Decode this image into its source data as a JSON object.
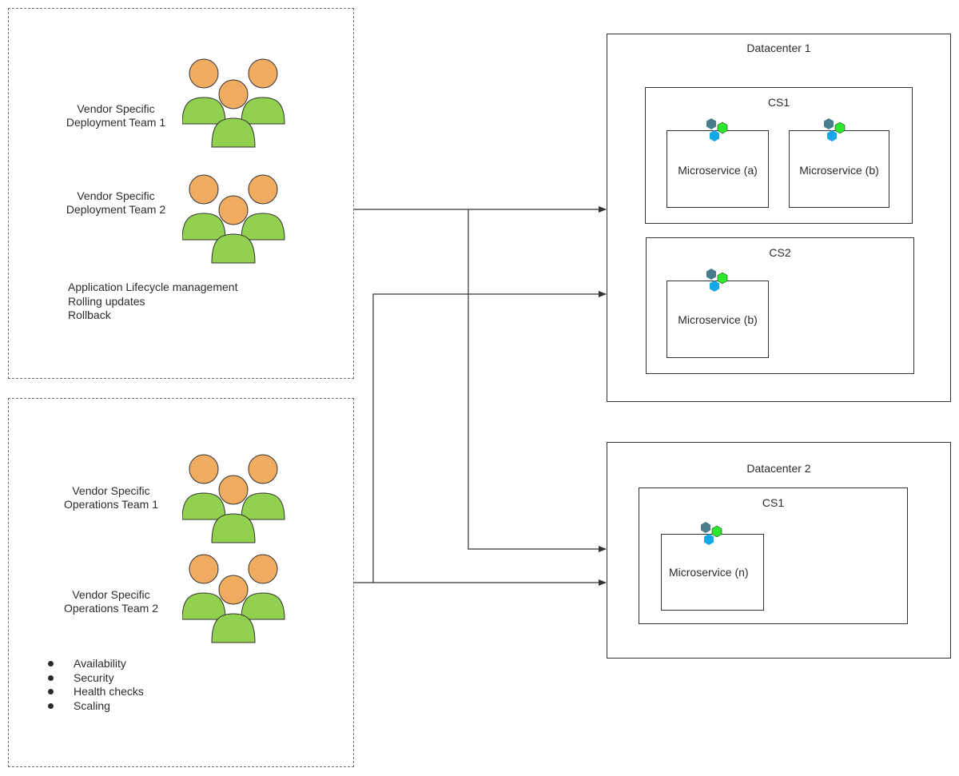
{
  "panels": {
    "deployment": {
      "team1": [
        "Vendor Specific",
        "Deployment Team 1"
      ],
      "team2": [
        "Vendor Specific",
        "Deployment Team 2"
      ],
      "tasks": [
        "Application Lifecycle management",
        "Rolling updates",
        "Rollback"
      ]
    },
    "operations": {
      "team1": [
        "Vendor Specific",
        "Operations Team 1"
      ],
      "team2": [
        "Vendor Specific",
        "Operations Team 2"
      ],
      "tasks": [
        "Availability",
        "Security",
        "Health checks",
        "Scaling"
      ]
    }
  },
  "datacenters": [
    {
      "title": "Datacenter 1",
      "clusters": [
        {
          "title": "CS1",
          "services": [
            "Microservice (a)",
            "Microservice (b)"
          ]
        },
        {
          "title": "CS2",
          "services": [
            "Microservice (b)"
          ]
        }
      ]
    },
    {
      "title": "Datacenter 2",
      "clusters": [
        {
          "title": "CS1",
          "services": [
            "Microservice (n)"
          ]
        }
      ]
    }
  ],
  "colors": {
    "person_body": "#92d050",
    "person_head": "#f0ad62",
    "hex_dark": "#4a7d8c",
    "hex_green": "#2ee82e",
    "hex_blue": "#15a7e8",
    "line": "#333333"
  }
}
